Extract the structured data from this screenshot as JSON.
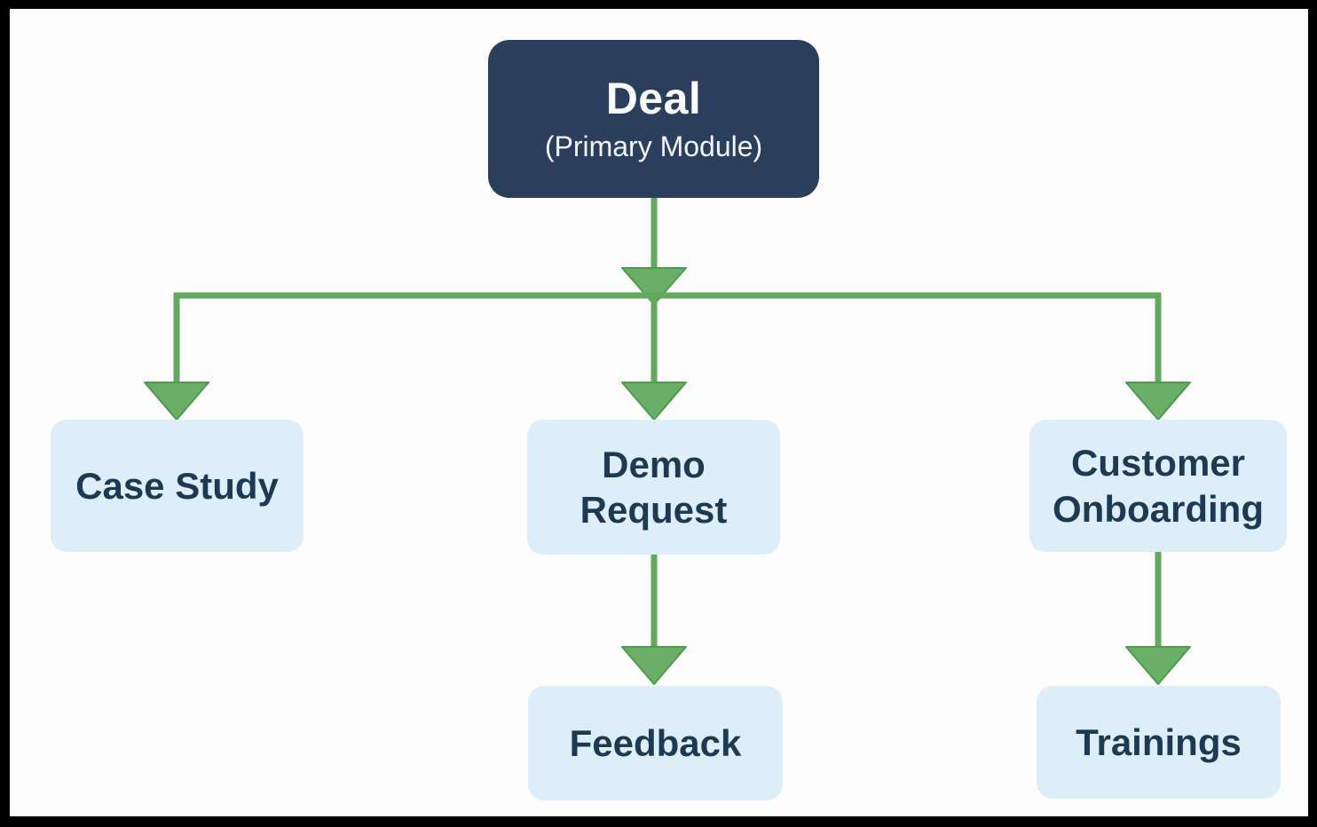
{
  "diagram": {
    "type": "flowchart",
    "direction": "top-down",
    "nodes": {
      "deal": {
        "title": "Deal",
        "subtitle": "(Primary Module)",
        "role": "primary-module"
      },
      "case_study": {
        "label": "Case Study"
      },
      "demo_request": {
        "label": "Demo Request"
      },
      "customer_onboarding": {
        "label": "Customer Onboarding"
      },
      "feedback": {
        "label": "Feedback"
      },
      "trainings": {
        "label": "Trainings"
      }
    },
    "edges": [
      {
        "from": "deal",
        "to": "case_study"
      },
      {
        "from": "deal",
        "to": "demo_request"
      },
      {
        "from": "deal",
        "to": "customer_onboarding"
      },
      {
        "from": "demo_request",
        "to": "feedback"
      },
      {
        "from": "customer_onboarding",
        "to": "trainings"
      }
    ],
    "colors": {
      "frame_border": "#000000",
      "canvas_background": "#fdfdfd",
      "root_node_background": "#2b3f5c",
      "root_node_text": "#fafbfd",
      "child_node_background": "#ddeef8",
      "child_node_text": "#1d3a52",
      "arrow_green": "#63aa60"
    }
  }
}
